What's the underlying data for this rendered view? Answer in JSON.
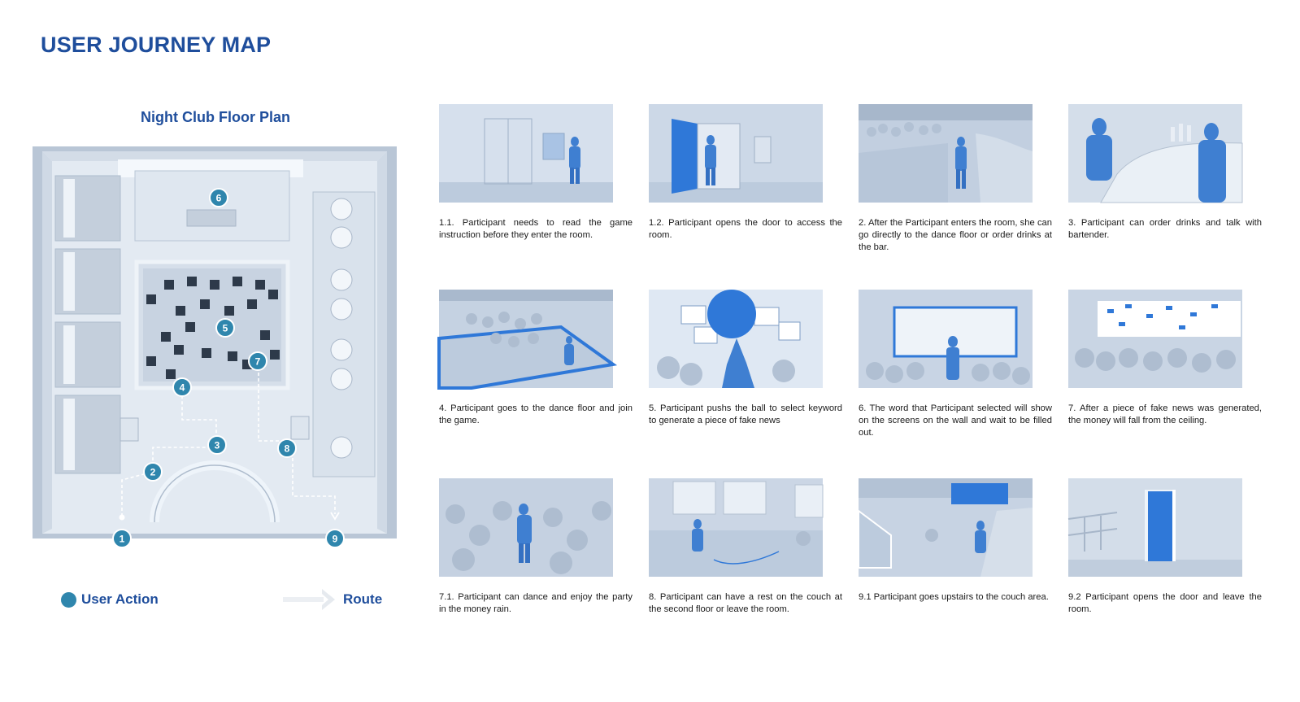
{
  "page": {
    "title": "USER JOURNEY MAP"
  },
  "floor_plan": {
    "title": "Night Club Floor Plan",
    "markers": [
      "1",
      "2",
      "3",
      "4",
      "5",
      "6",
      "7",
      "8",
      "9"
    ]
  },
  "legend": {
    "user_action": "User Action",
    "route": "Route"
  },
  "colors": {
    "title_blue": "#1f4e9c",
    "marker_blue": "#2f86ad",
    "render_background": "#c9d6e6",
    "highlight_blue": "#2f78d8"
  },
  "steps": [
    {
      "caption": "1.1. Participant needs to read the game instruction before they enter the room."
    },
    {
      "caption": "1.2. Participant opens the door to access the room."
    },
    {
      "caption": "2. After the Participant enters the room, she can go directly to the dance floor or order drinks at the bar."
    },
    {
      "caption": "3. Participant can order drinks and talk with bartender."
    },
    {
      "caption": "4. Participant goes to the dance floor and join the game."
    },
    {
      "caption": "5. Participant pushs the ball to select keyword to generate a piece of fake news"
    },
    {
      "caption": "6. The word that Participant selected will show on the screens on the wall and wait to be filled out."
    },
    {
      "caption": "7. After a piece of fake news was generated, the money will fall from the ceiling."
    },
    {
      "caption": "7.1. Participant can dance and enjoy the party in the money rain."
    },
    {
      "caption": "8. Participant can have a rest on the couch at the second floor or leave the room."
    },
    {
      "caption": "9.1 Participant goes upstairs to the couch area."
    },
    {
      "caption": "9.2 Participant opens the door and leave the room."
    }
  ]
}
